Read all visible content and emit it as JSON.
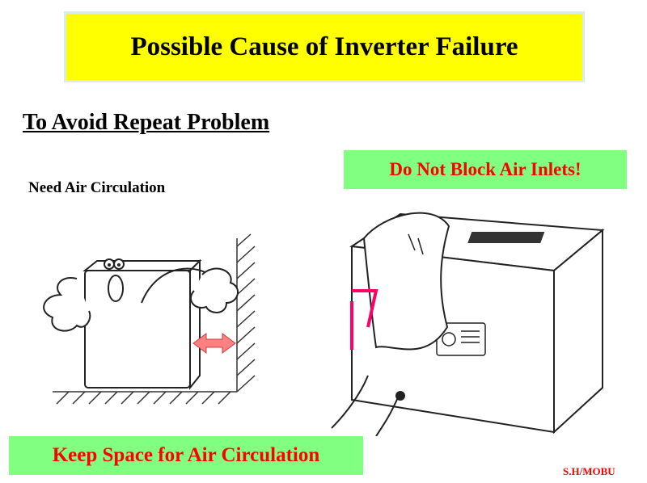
{
  "slide": {
    "title": "Possible Cause of Inverter Failure",
    "subtitle": "To Avoid Repeat Problem",
    "need_air": "Need Air Circulation",
    "do_not_block": "Do Not Block Air Inlets!",
    "keep_space": "Keep Space for Air Circulation",
    "footer": "S.H/MOBU"
  },
  "colors": {
    "title_bg": "#ffff00",
    "callout_bg": "#80ff80",
    "callout_text": "#ff0000",
    "arrow": "#ff8080",
    "mark": "#ff0066"
  },
  "icons": {
    "left": "inverter-cartoon-icon",
    "right": "blocked-inverter-icon"
  }
}
